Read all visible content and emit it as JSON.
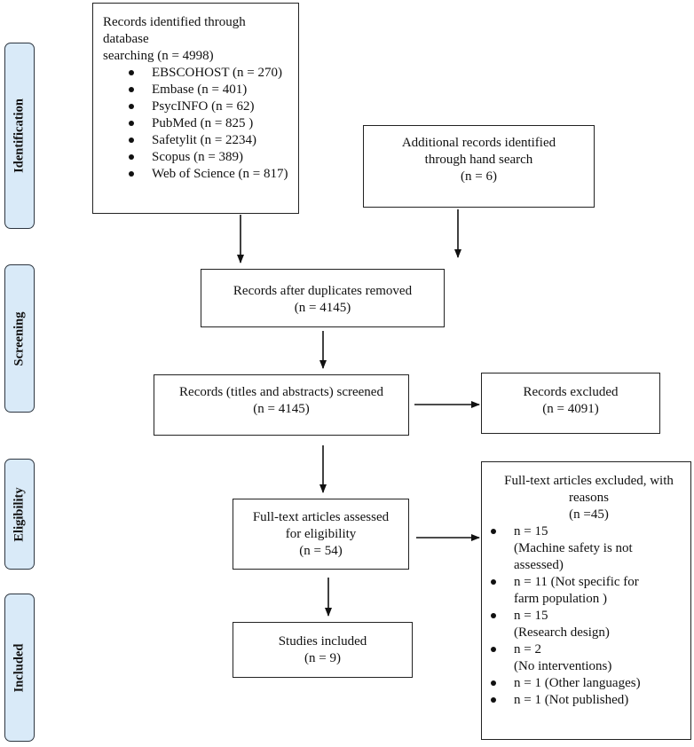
{
  "phases": {
    "identification": "Identification",
    "screening": "Screening",
    "eligibility": "Eligibility",
    "included": "Included"
  },
  "database_search": {
    "title_line1": "Records identified through database",
    "title_line2": "searching (n = 4998)",
    "sources": [
      "EBSCOHOST (n = 270)",
      "Embase (n = 401)",
      "PsycINFO (n = 62)",
      "PubMed (n = 825 )",
      "Safetylit (n = 2234)",
      "Scopus (n = 389)",
      "Web of Science (n = 817)"
    ]
  },
  "hand_search": {
    "line1": "Additional records identified",
    "line2": "through hand search",
    "line3": "(n = 6)"
  },
  "duplicates_removed": {
    "line1": "Records after duplicates removed",
    "line2": "(n = 4145)"
  },
  "screened": {
    "line1": "Records (titles and abstracts) screened",
    "line2": "(n = 4145)"
  },
  "excluded": {
    "line1": "Records excluded",
    "line2": "(n = 4091)"
  },
  "fulltext_assessed": {
    "line1": "Full-text articles assessed",
    "line2": "for eligibility",
    "line3": "(n = 54)"
  },
  "fulltext_excluded": {
    "line1": "Full-text articles excluded, with",
    "line2": "reasons",
    "line3": "(n =45)",
    "reasons": [
      [
        "n = 15",
        "(Machine safety is not",
        "assessed)"
      ],
      [
        "n = 11 (Not specific for",
        "farm population )"
      ],
      [
        "n = 15",
        "(Research design)"
      ],
      [
        "n = 2",
        "(No interventions)"
      ],
      [
        "n = 1 (Other languages)"
      ],
      [
        "n = 1 (Not published)"
      ]
    ]
  },
  "studies_included": {
    "line1": "Studies included",
    "line2": "(n = 9)"
  }
}
